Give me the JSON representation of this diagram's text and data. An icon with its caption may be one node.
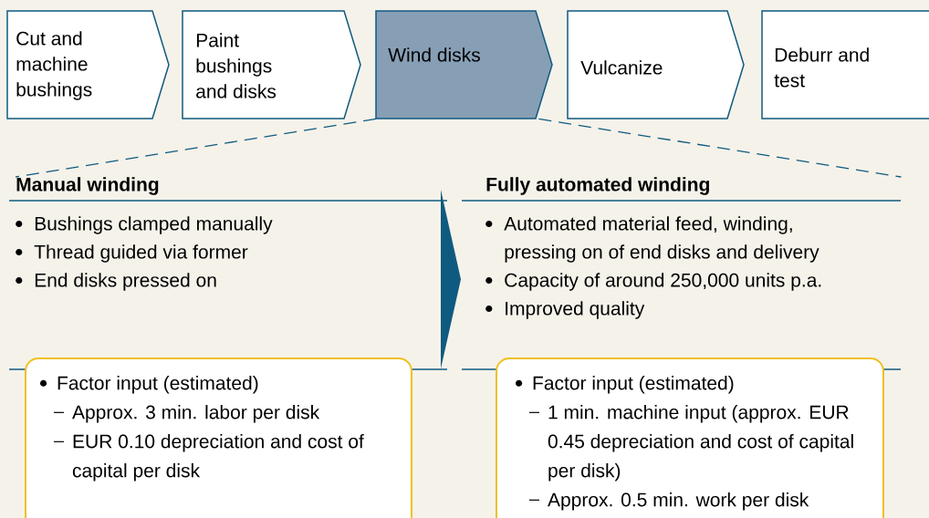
{
  "diagram": {
    "nodes": [
      {
        "text": [
          "Cut and machine bushings"
        ]
      },
      {
        "text": [
          "Paint bushings and disks"
        ]
      },
      {
        "text": [
          "Wind disks"
        ]
      },
      {
        "text": [
          "Vulcanize"
        ]
      },
      {
        "text": [
          "Deburr and test"
        ]
      },
      {
        "text": [
          "Manual winding",
          "Bushings clamped manually",
          "Thread guided via former",
          "End disks pressed on"
        ]
      },
      {
        "text": [
          "Factor input (estimated)",
          "Approx. 3 min. labor per disk",
          "EUR 0.10 depreciation and cost of capital per disk"
        ]
      },
      {
        "text": [
          "Fully automated winding",
          "Automated material feed, winding, pressing on of end disks and delivery",
          "Capacity of around 250,000 units p.a.",
          "Improved quality"
        ]
      },
      {
        "text": [
          "Factor input (estimated)",
          "1 min. machine input (approx. EUR 0.45 depreciation and cost of capital per disk)",
          "Approx. 0.5 min. work per disk"
        ]
      }
    ],
    "edges": [
      {
        "from": 2,
        "to": 5,
        "arrow": "none",
        "style": "dashed"
      },
      {
        "from": 2,
        "to": 7,
        "arrow": "none",
        "style": "dashed"
      },
      {
        "from": 5,
        "to": 7,
        "arrow": "to",
        "style": "thick"
      }
    ]
  }
}
